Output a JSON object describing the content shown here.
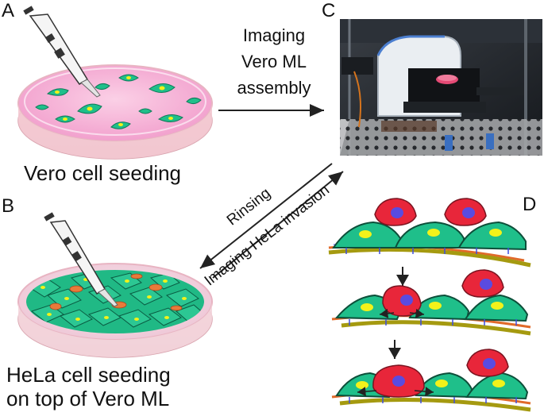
{
  "panels": {
    "a": {
      "letter": "A",
      "caption": "Vero cell seeding"
    },
    "b": {
      "letter": "B",
      "caption_line1": "HeLa cell seeding",
      "caption_line2": "on top of Vero ML"
    },
    "c": {
      "letter": "C"
    },
    "d": {
      "letter": "D"
    }
  },
  "arrows": {
    "top": {
      "line1": "Imaging",
      "line2": "Vero ML",
      "line3": "assembly"
    },
    "diag_up": {
      "label": "Rinsing"
    },
    "diag_down": {
      "label": "Imaging HeLa invasion"
    }
  },
  "colors": {
    "vero_cell": "#1fbf8a",
    "hela_cell": "#e8263a",
    "nucleus_yellow": "#f2f21a",
    "nucleus_blue": "#5a4be0",
    "dish_media": "#f4a8cf",
    "fiber_orange": "#e06a2a",
    "fiber_olive": "#a59a10"
  }
}
